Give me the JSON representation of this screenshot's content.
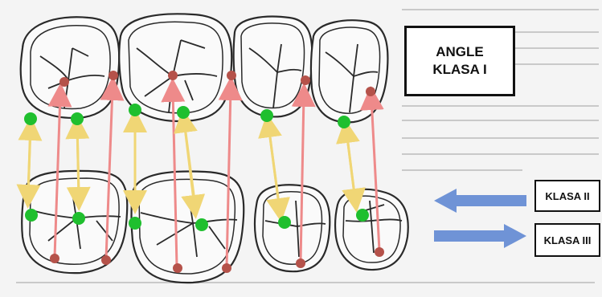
{
  "title_box": {
    "line1": "ANGLE",
    "line2": "KLASA I"
  },
  "labels": {
    "class2": "KLASA II",
    "class3": "KLASA III"
  },
  "colors": {
    "tooth_outline": "#2a2a2a",
    "contact_dot": "#1fbf2e",
    "cusp_dot": "#b5524a",
    "red_arrow": "#ee8a8a",
    "yellow_arrow": "#f0d675",
    "blue_arrow": "#6f93d6",
    "page_text": "#a9a9a9"
  },
  "icons": [
    "left-arrow-icon",
    "right-arrow-icon"
  ]
}
